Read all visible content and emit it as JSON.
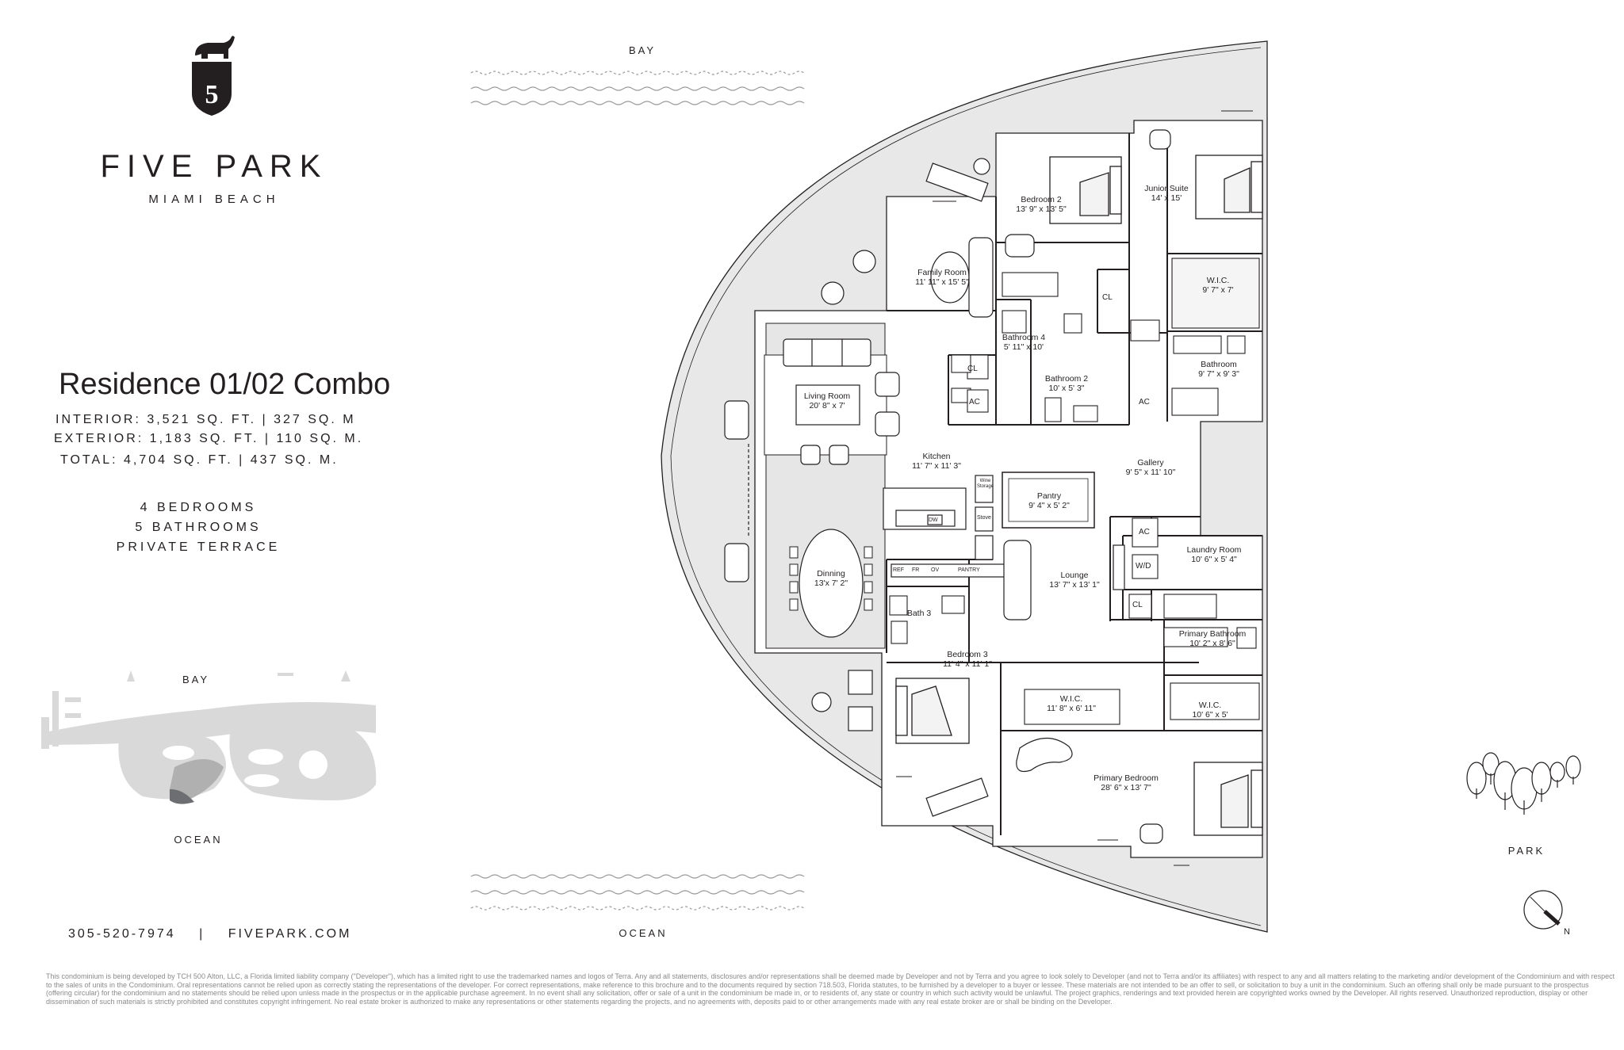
{
  "brand": {
    "name": "FIVE PARK",
    "location": "MIAMI BEACH"
  },
  "residence": {
    "title": "Residence 01/02 Combo",
    "interior": "INTERIOR: 3,521 SQ. FT. | 327 SQ. M",
    "exterior": "EXTERIOR: 1,183 SQ. FT. | 110 SQ. M.",
    "total": "TOTAL: 4,704 SQ. FT. | 437 SQ. M.",
    "features": [
      "4 BEDROOMS",
      "5 BATHROOMS",
      "PRIVATE TERRACE"
    ]
  },
  "site_map": {
    "bay": "BAY",
    "park": "PARK",
    "ocean": "OCEAN"
  },
  "contact": {
    "phone": "305-520-7974",
    "separator": "|",
    "website": "FIVEPARK.COM"
  },
  "orientation": {
    "bay": "BAY",
    "ocean": "OCEAN",
    "park": "PARK",
    "north": "N"
  },
  "rooms": [
    {
      "name": "Bedroom 2",
      "dims": "13' 9\" x 13' 5\""
    },
    {
      "name": "Junior Suite",
      "dims": "14' x 15'"
    },
    {
      "name": "Family Room",
      "dims": "11' 11\" x 15' 5\""
    },
    {
      "name": "W.I.C.",
      "dims": "9' 7\" x 7'"
    },
    {
      "name": "Bathroom 4",
      "dims": "5' 11\" x 10'"
    },
    {
      "name": "Bathroom 2",
      "dims": "10' x 5' 3\""
    },
    {
      "name": "Bathroom",
      "dims": "9' 7\" x 9' 3\""
    },
    {
      "name": "Living Room",
      "dims": "20' 8\" x 7'"
    },
    {
      "name": "Kitchen",
      "dims": "11' 7\" x 11' 3\""
    },
    {
      "name": "Gallery",
      "dims": "9' 5\" x 11' 10\""
    },
    {
      "name": "Pantry",
      "dims": "9' 4\" x 5' 2\""
    },
    {
      "name": "Laundry Room",
      "dims": "10' 6\" x 5' 4\""
    },
    {
      "name": "Dinning",
      "dims": "13'x 7' 2\""
    },
    {
      "name": "Lounge",
      "dims": "13' 7\" x 13' 1\""
    },
    {
      "name": "Bath 3",
      "dims": ""
    },
    {
      "name": "Primary Bathroom",
      "dims": "10' 2\" x 8' 6\""
    },
    {
      "name": "Bedroom 3",
      "dims": "11' 4\" x 11' 1\""
    },
    {
      "name": "W.I.C.",
      "dims": "11' 8\" x 6' 11\""
    },
    {
      "name": "W.I.C.",
      "dims": "10' 6\" x 5'"
    },
    {
      "name": "Primary Bedroom",
      "dims": "28' 6\" x 13' 7\""
    }
  ],
  "fixtures": {
    "cl": "CL",
    "ac": "AC",
    "wd": "W/D",
    "ref": "REF",
    "fr": "FR",
    "ov": "OV",
    "pantry": "PANTRY",
    "dw": "DW",
    "stove": "Stove",
    "wine1": "Wine",
    "wine2": "Storage"
  },
  "disclaimer": "This condominium is being developed by TCH 500 Alton, LLC, a Florida limited liability company (\"Developer\"), which has a limited right to use the trademarked names and logos of Terra. Any and all statements, disclosures and/or representations shall be deemed made by Developer and not by Terra and you agree to look solely to Developer (and not to Terra and/or its affiliates) with respect to any and all matters relating to the marketing and/or development of the Condominium and with respect to the sales of units in the Condominium. Oral representations cannot be relied upon as correctly stating the representations of the developer. For correct representations, make reference to this brochure and to the documents required by section 718.503, Florida statutes, to be furnished by a developer to a buyer or lessee. These materials are not intended to be an offer to sell, or solicitation to buy a unit in the condominium. Such an offering shall only be made pursuant to the prospectus (offering circular) for the condominium and no statements should be relied upon unless made in the prospectus or in the applicable purchase agreement. In no event shall any solicitation, offer or sale of a unit in the condominium be made in, or to residents of, any state or country in which such activity would be unlawful. The project graphics, renderings and text provided herein are copyrighted works owned by the Developer. All rights reserved. Unauthorized reproduction, display or other dissemination of such materials is strictly prohibited and constitutes copyright infringement. No real estate broker is authorized to make any representations or other statements regarding the projects, and no agreements with, deposits paid to or other arrangements made with any real estate broker are or shall be binding on the Developer."
}
